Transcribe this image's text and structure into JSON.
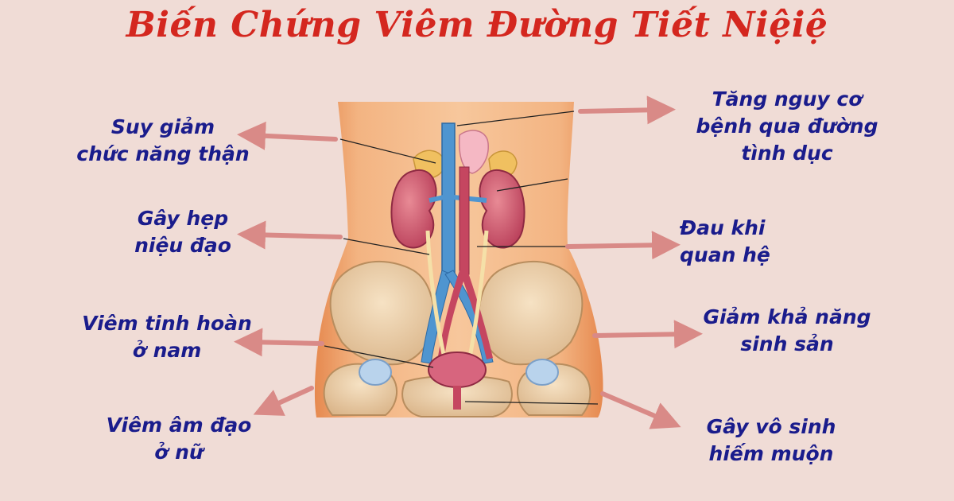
{
  "title": "Biến Chứng Viêm Đường Tiết Niệiệ",
  "labels": {
    "left_1": [
      "Suy giảm",
      "chức năng thận"
    ],
    "left_2": [
      "Gây hẹp",
      "niệu đạo"
    ],
    "left_3": [
      "Viêm tinh hoàn",
      "ở nam"
    ],
    "left_4": [
      "Viêm âm đạo",
      "ở nữ"
    ],
    "right_1": [
      "Tăng nguy cơ",
      "bệnh qua đường",
      "tình dục"
    ],
    "right_2": [
      "Đau khi",
      "quan hệ"
    ],
    "right_3": [
      "Giảm khả năng",
      "sinh sản"
    ],
    "right_4": [
      "Gây vô sinh",
      "hiếm muộn"
    ]
  },
  "colors": {
    "background": "#f0dcd6",
    "title": "#d4271f",
    "label": "#1a1c8c",
    "arrow": "#d98a87",
    "skin": "#f2b27e",
    "kidney": "#c9546a",
    "vein": "#4f95d0",
    "artery": "#c54660",
    "bone": "#e8cfa8"
  }
}
